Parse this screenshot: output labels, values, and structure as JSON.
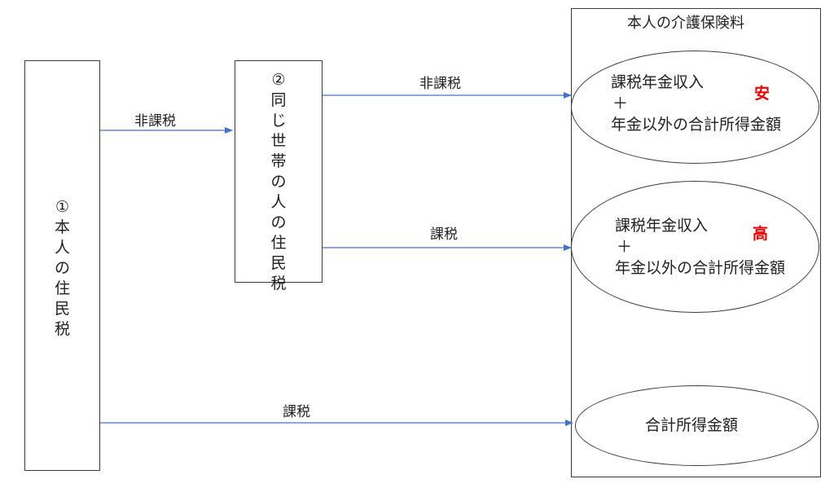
{
  "box1": {
    "lines": [
      "①",
      "本",
      "人",
      "の",
      "住",
      "民",
      "税"
    ]
  },
  "box2": {
    "lines": [
      "②",
      "同",
      "じ",
      "世",
      "帯",
      "の",
      "人",
      "の",
      "住",
      "民",
      "税"
    ]
  },
  "arrows": {
    "a1_label": "非課税",
    "a2_label": "非課税",
    "a3_label": "課税",
    "a4_label": "課税"
  },
  "premium_panel": {
    "title": "本人の介護保険料",
    "e1": {
      "line1": "課税年金収入",
      "plus": "＋",
      "line3": "年金以外の合計所得金額",
      "badge": "安"
    },
    "e2": {
      "line1": "課税年金収入",
      "plus": "＋",
      "line3": "年金以外の合計所得金額",
      "badge": "高"
    },
    "e3": {
      "text": "合計所得金額"
    }
  },
  "colors": {
    "arrow": "#4472c4",
    "badge": "#e60000",
    "border": "#3b3b3b"
  }
}
